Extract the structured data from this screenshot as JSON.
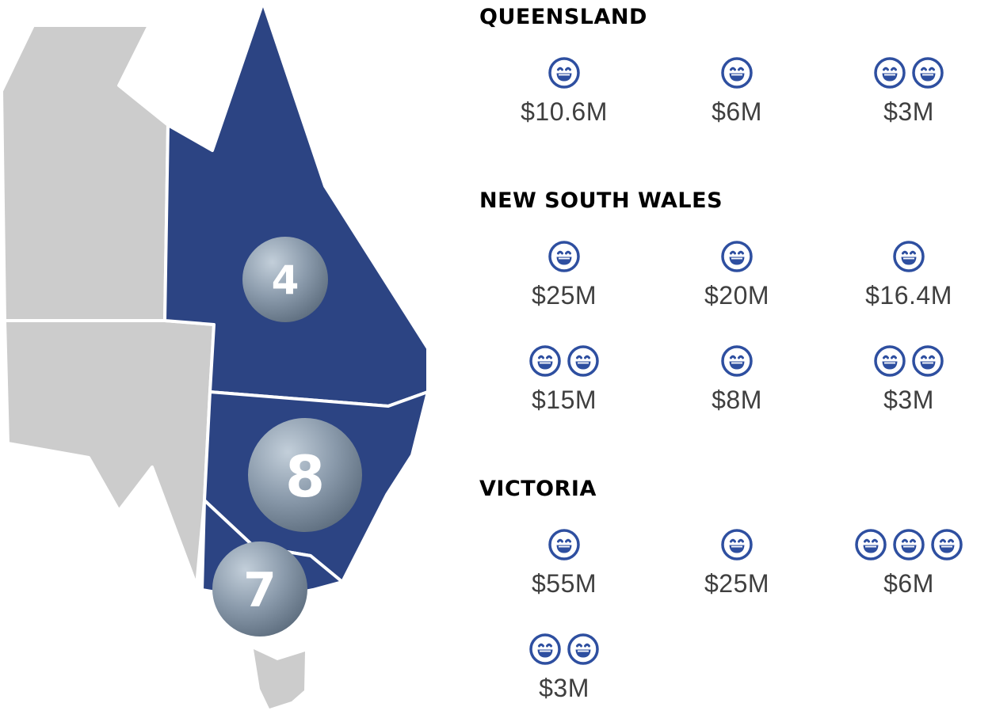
{
  "map": {
    "badges": [
      {
        "region": "Queensland",
        "count": "4"
      },
      {
        "region": "New South Wales",
        "count": "8"
      },
      {
        "region": "Victoria",
        "count": "7"
      }
    ]
  },
  "colors": {
    "highlight": "#2c4483",
    "other": "#cccccc",
    "badge": "#8796a6",
    "face": "#2e4fa0"
  },
  "sections": [
    {
      "title": "QUEENSLAND",
      "prizes": [
        {
          "faces": 1,
          "amount": "$10.6M"
        },
        {
          "faces": 1,
          "amount": "$6M"
        },
        {
          "faces": 2,
          "amount": "$3M"
        }
      ]
    },
    {
      "title": "NEW SOUTH WALES",
      "prizes": [
        {
          "faces": 1,
          "amount": "$25M"
        },
        {
          "faces": 1,
          "amount": "$20M"
        },
        {
          "faces": 1,
          "amount": "$16.4M"
        },
        {
          "faces": 2,
          "amount": "$15M"
        },
        {
          "faces": 1,
          "amount": "$8M"
        },
        {
          "faces": 2,
          "amount": "$3M"
        }
      ]
    },
    {
      "title": "VICTORIA",
      "prizes": [
        {
          "faces": 1,
          "amount": "$55M"
        },
        {
          "faces": 1,
          "amount": "$25M"
        },
        {
          "faces": 3,
          "amount": "$6M"
        },
        {
          "faces": 2,
          "amount": "$3M"
        }
      ]
    }
  ]
}
